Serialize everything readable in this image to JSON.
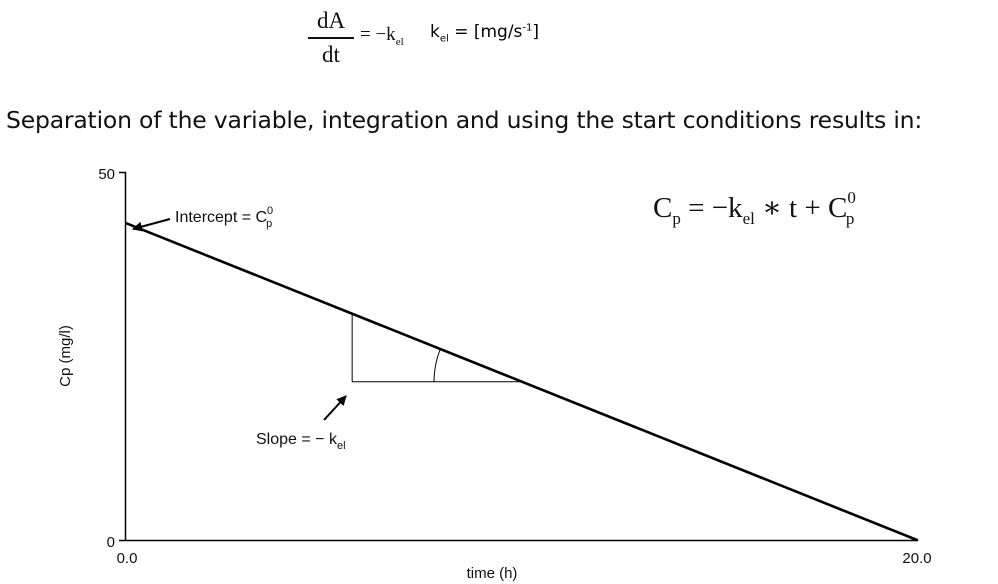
{
  "header": {
    "equation_lhs_num": "dA",
    "equation_lhs_den": "dt",
    "equation_rhs": "= −k",
    "equation_rhs_sub": "el",
    "kel_symbol": "k",
    "kel_sub": "el",
    "kel_def": " = [mg/s",
    "kel_sup": "-1",
    "kel_close": "]",
    "sentence": "Separation of the variable, integration and using the start conditions results in:"
  },
  "chart_data": {
    "type": "line",
    "x": [
      0.0,
      20.0
    ],
    "series": [
      {
        "values": [
          43,
          0
        ]
      }
    ],
    "xlim": [
      0.0,
      20.0
    ],
    "ylim": [
      0,
      50
    ],
    "xlabel": "time (h)",
    "ylabel": "Cp (mg/l)",
    "x_tick_labels": [
      "0.0",
      "20.0"
    ],
    "y_tick_labels": [
      "0",
      "50"
    ],
    "grid": false,
    "slope_triangle": {
      "x_start": 5.7,
      "x_end": 10.0
    },
    "annotations": {
      "intercept": {
        "text": "Intercept = C",
        "sup": "0",
        "sub": "p"
      },
      "slope": {
        "text": "Slope = − k",
        "sub": "el"
      },
      "equation": {
        "c": "C",
        "c_sub": "p",
        "mid": " = −k",
        "k_sub": "el",
        "rest": " ∗ t  +  C",
        "c0_sup": "0",
        "c0_sub": "p"
      }
    },
    "colors": {
      "line": "#000000",
      "axis": "#000000",
      "text": "#111111"
    }
  }
}
